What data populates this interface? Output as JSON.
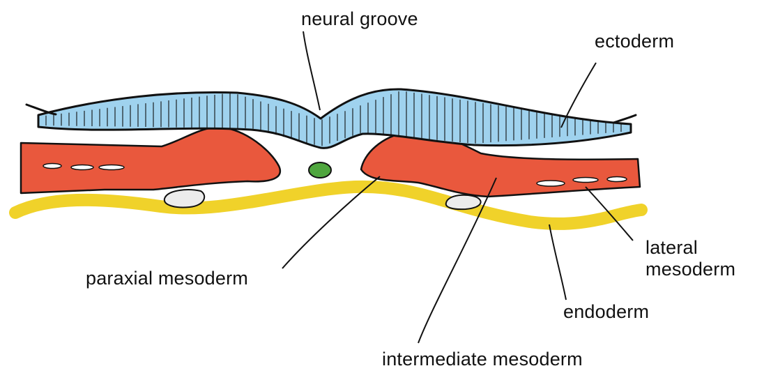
{
  "colors": {
    "ectoderm": "#9fd2ee",
    "outline": "#111111",
    "mesoderm": "#e9583d",
    "notochord": "#4fa63e",
    "endoderm": "#f0d22a",
    "lumen": "#ececec"
  },
  "labels": {
    "neural_groove": "neural groove",
    "ectoderm": "ectoderm",
    "lateral_mesoderm_line1": "lateral",
    "lateral_mesoderm_line2": "mesoderm",
    "paraxial_mesoderm": "paraxial mesoderm",
    "endoderm": "endoderm",
    "intermediate_mesoderm": "intermediate mesoderm"
  }
}
